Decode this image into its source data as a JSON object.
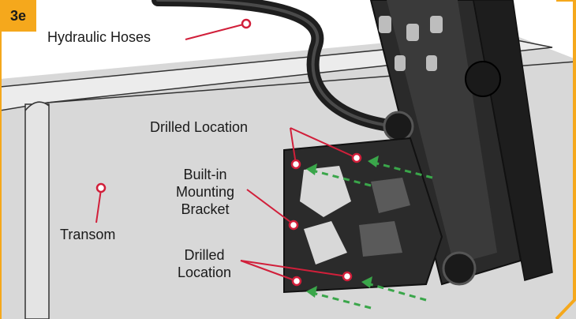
{
  "step": "3e",
  "labels": {
    "hydraulic_hoses": "Hydraulic Hoses",
    "drilled_location_top": "Drilled Location",
    "mounting_bracket_line1": "Built-in",
    "mounting_bracket_line2": "Mounting",
    "mounting_bracket_line3": "Bracket",
    "transom": "Transom",
    "drilled_location_bottom_line1": "Drilled",
    "drilled_location_bottom_line2": "Location"
  },
  "colors": {
    "accent": "#f5a81c",
    "callout": "#d11f3a",
    "arrow": "#3aa64a",
    "part": "#222222",
    "transom": "#d6d6d6"
  }
}
